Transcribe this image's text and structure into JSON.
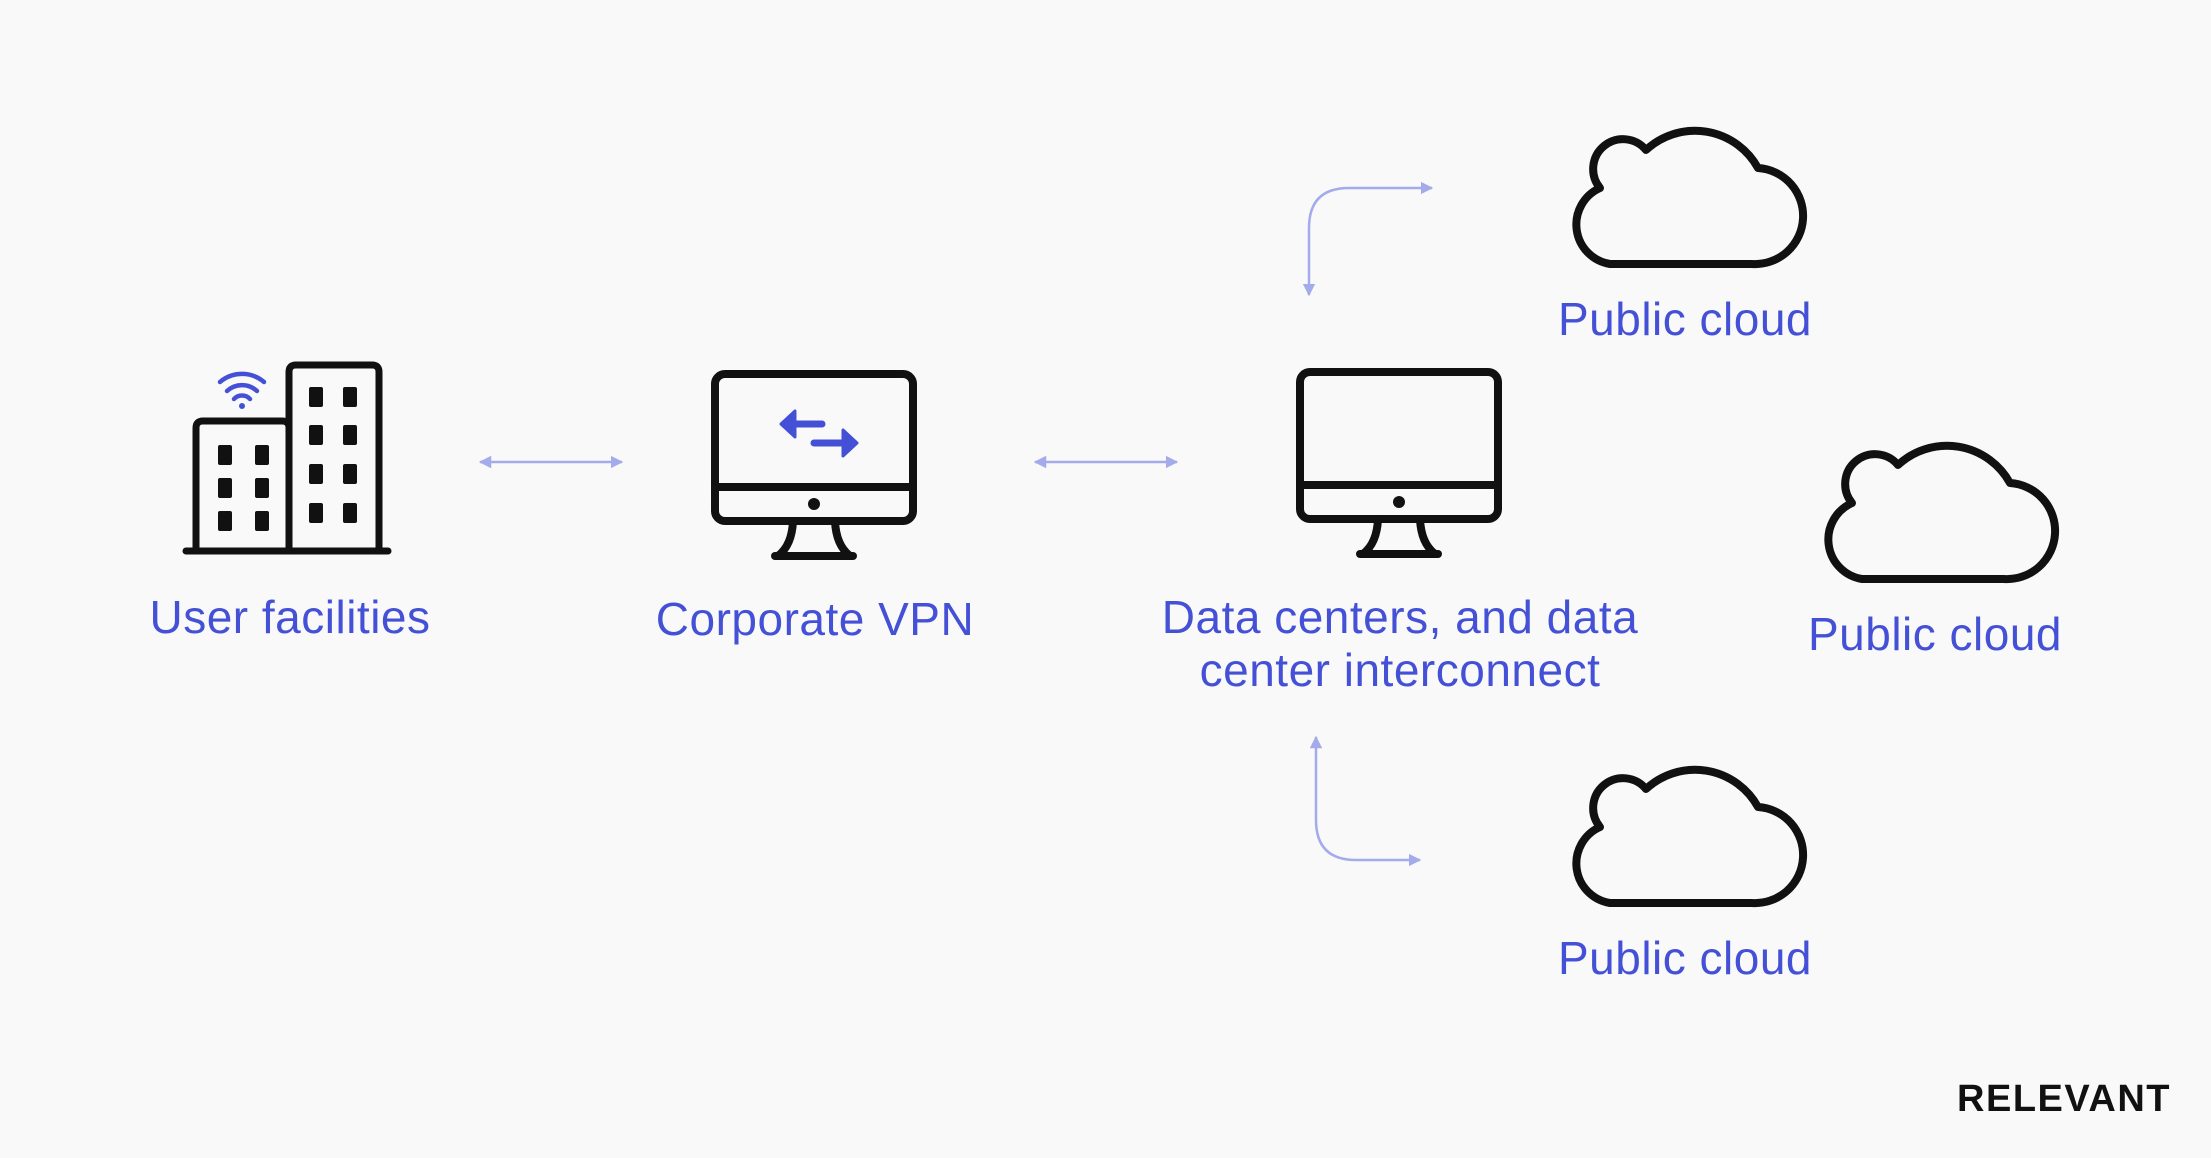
{
  "nodes": {
    "user_facilities": {
      "label": "User facilities",
      "icon": "office-building-wifi-icon"
    },
    "corporate_vpn": {
      "label": "Corporate VPN",
      "icon": "monitor-exchange-arrows-icon"
    },
    "data_centers": {
      "label_line1": "Data centers, and data",
      "label_line2": "center interconnect",
      "icon": "monitor-icon"
    },
    "cloud_top": {
      "label": "Public cloud",
      "icon": "cloud-icon"
    },
    "cloud_middle": {
      "label": "Public cloud",
      "icon": "cloud-icon"
    },
    "cloud_bottom": {
      "label": "Public cloud",
      "icon": "cloud-icon"
    }
  },
  "brand": {
    "text": "RELEVANT"
  },
  "colors": {
    "accent": "#4451d6",
    "connector": "#a3abea",
    "icon_stroke": "#111111",
    "background": "#f9f9f9"
  }
}
